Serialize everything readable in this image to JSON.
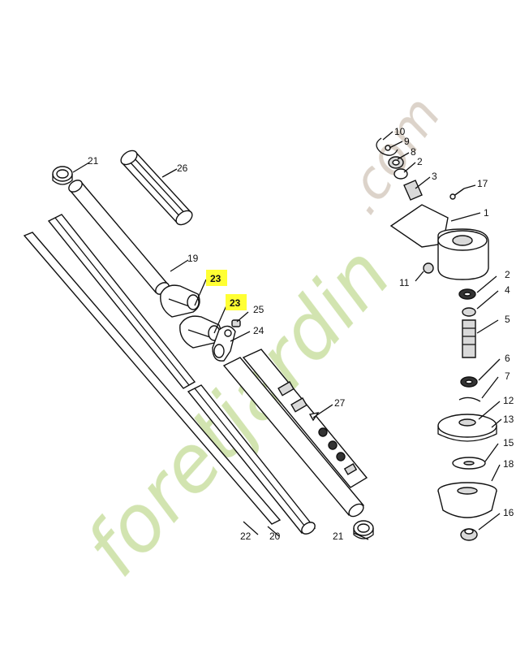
{
  "diagram": {
    "highlight_color": "#ffff33",
    "watermark": {
      "text_main": "foretjardin",
      "text_sub": ".com",
      "color_main": "#cde1a8",
      "color_accent": "#f3c88c",
      "color_sub": "#d9cfc4"
    },
    "labels": {
      "p1": "1",
      "p2a": "2",
      "p2b": "2",
      "p3": "3",
      "p4": "4",
      "p5": "5",
      "p6": "6",
      "p7": "7",
      "p8": "8",
      "p9": "9",
      "p10": "10",
      "p11": "11",
      "p12": "12",
      "p13": "13",
      "p15": "15",
      "p16": "16",
      "p17": "17",
      "p18": "18",
      "p19": "19",
      "p20": "20",
      "p21a": "21",
      "p21b": "21",
      "p22": "22",
      "p23a": "23",
      "p23b": "23",
      "p24": "24",
      "p25": "25",
      "p26": "26",
      "p27": "27"
    }
  }
}
